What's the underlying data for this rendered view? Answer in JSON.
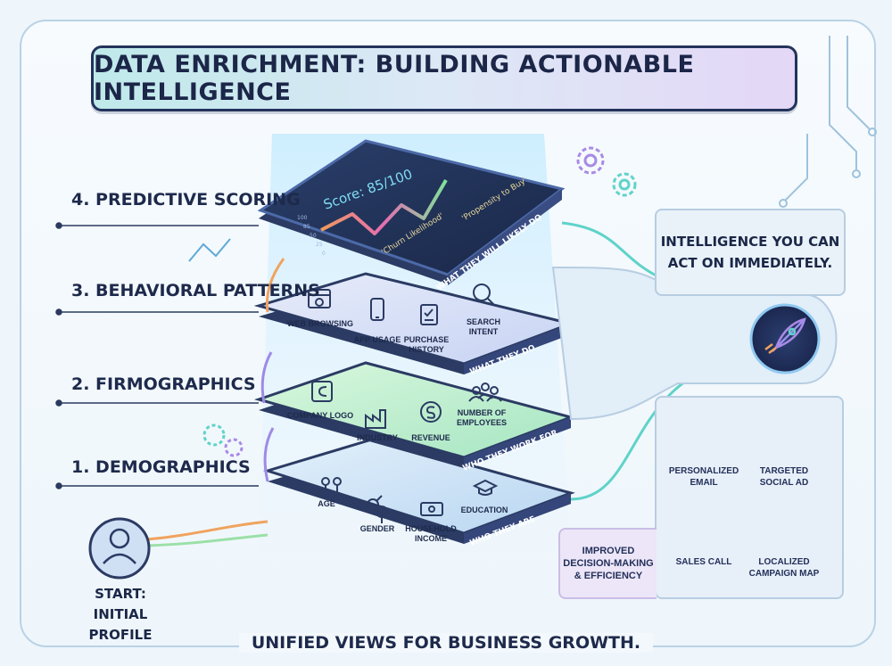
{
  "title": "DATA ENRICHMENT: BUILDING ACTIONABLE INTELLIGENCE",
  "steps": [
    {
      "label": "1. DEMOGRAPHICS",
      "tag": "WHO THEY ARE",
      "items": [
        "AGE",
        "GENDER",
        "HOUSEHOLD INCOME",
        "EDUCATION"
      ]
    },
    {
      "label": "2. FIRMOGRAPHICS",
      "tag": "WHO THEY WORK FOR",
      "items": [
        "COMPANY LOGO",
        "INDUSTRY",
        "REVENUE",
        "NUMBER OF EMPLOYEES"
      ]
    },
    {
      "label": "3. BEHAVIORAL PATTERNS",
      "tag": "WHAT THEY DO",
      "items": [
        "WEB BROWSING",
        "APP USAGE",
        "PURCHASE HISTORY",
        "SEARCH INTENT"
      ]
    },
    {
      "label": "4. PREDICTIVE SCORING",
      "tag": "WHAT THEY WILL LIKELY DO"
    }
  ],
  "score_screen": {
    "score": "Score: 85/100",
    "churn": "'Churn Likelihood'",
    "propensity": "'Propensity to Buy'",
    "y_ticks": [
      "100",
      "85",
      "50",
      "25",
      "0"
    ]
  },
  "start_label": [
    "START:",
    "INITIAL PROFILE"
  ],
  "intelligence": "INTELLIGENCE YOU CAN ACT ON IMMEDIATELY.",
  "actions": [
    "PERSONALIZED EMAIL",
    "TARGETED SOCIAL AD",
    "SALES CALL",
    "LOCALIZED CAMPAIGN MAP"
  ],
  "improved": "IMPROVED DECISION-MAKING & EFFICIENCY",
  "footer": "UNIFIED VIEWS FOR BUSINESS GROWTH.",
  "colors": {
    "navy": "#23335b",
    "teal": "#5fd3c9",
    "purple": "#a98ae6",
    "orange": "#f0a35e",
    "pink": "#e889c4",
    "green_layer": "#b9ecc2",
    "blue_layer": "#c3dcf4"
  },
  "icons": [
    "person-icon",
    "gender-icon",
    "money-icon",
    "graduation-cap-icon",
    "logo-icon",
    "factory-icon",
    "dollar-coin-icon",
    "people-group-icon",
    "browser-icon",
    "phone-icon",
    "clipboard-icon",
    "magnifier-icon",
    "rocket-icon",
    "envelope-icon",
    "megaphone-icon",
    "phone-call-icon",
    "map-pin-icon",
    "gear-icon"
  ]
}
